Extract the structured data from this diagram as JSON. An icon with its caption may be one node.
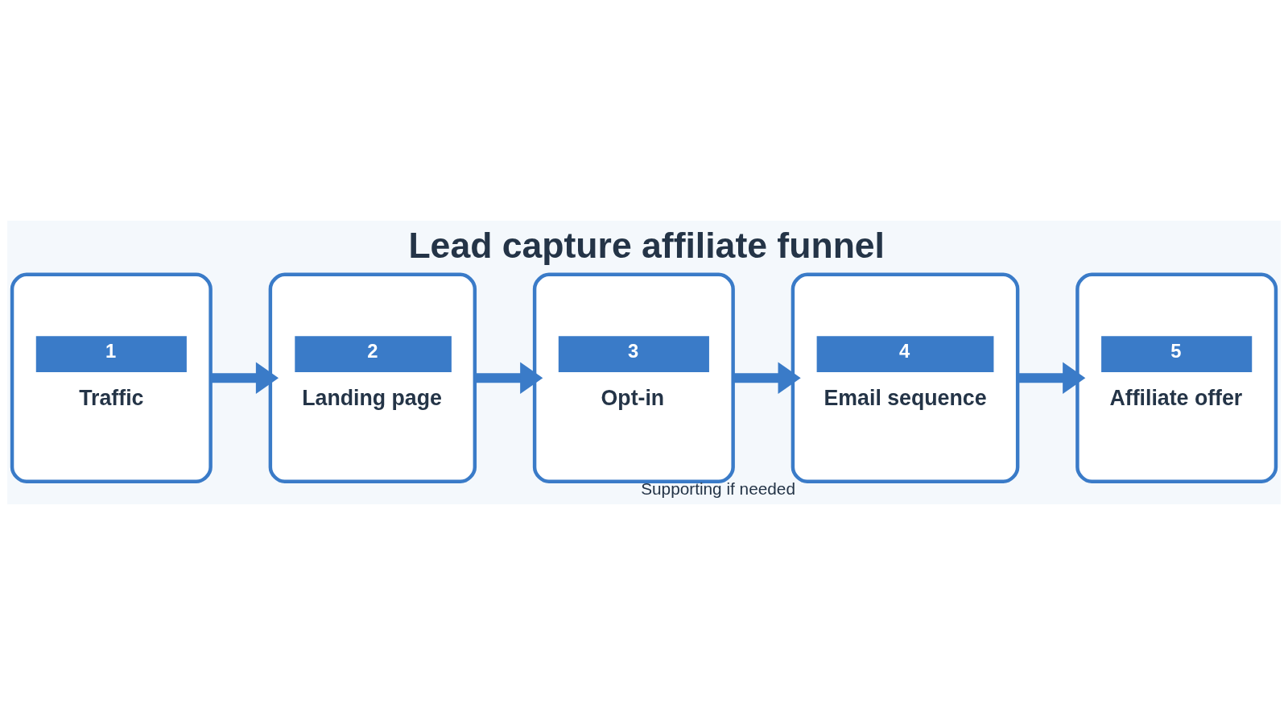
{
  "diagram": {
    "title": "Lead capture affiliate funnel",
    "nodes": [
      {
        "text": [
          "1",
          "Traffic"
        ]
      },
      {
        "text": [
          "2",
          "Landing page"
        ]
      },
      {
        "text": [
          "3",
          "Opt-in"
        ]
      },
      {
        "text": [
          "4",
          "Email sequence"
        ],
        "beside": [
          "Supporting if needed"
        ]
      },
      {
        "text": [
          "5",
          "Affiliate offer"
        ]
      }
    ],
    "edges": [
      {
        "from": 0,
        "to": 1,
        "arrow": "to"
      },
      {
        "from": 1,
        "to": 2,
        "arrow": "to"
      },
      {
        "from": 2,
        "to": 3,
        "arrow": "to"
      },
      {
        "from": 3,
        "to": 4,
        "arrow": "to"
      }
    ]
  }
}
